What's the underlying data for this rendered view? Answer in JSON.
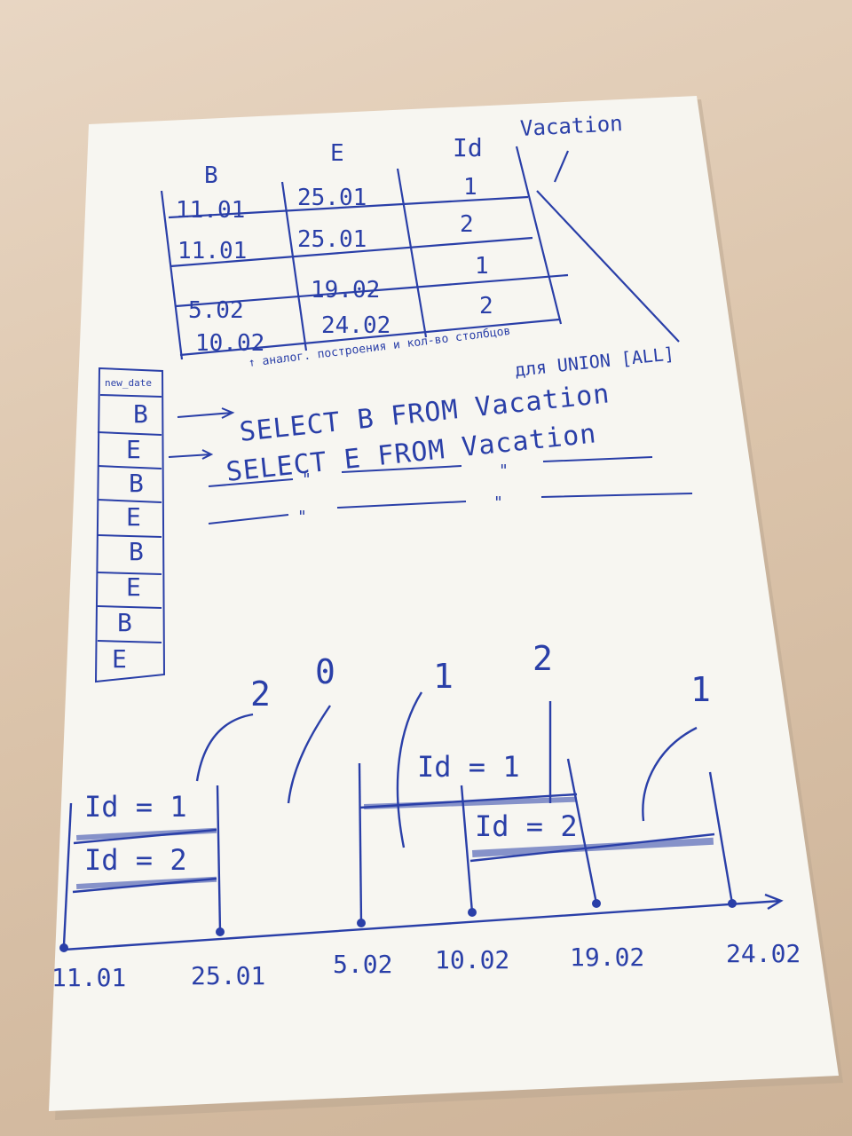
{
  "table": {
    "title": "Vacation",
    "headers": [
      "B",
      "E",
      "Id"
    ],
    "rows": [
      {
        "b": "11.01",
        "e": "25.01",
        "id": "1"
      },
      {
        "b": "11.01",
        "e": "25.01",
        "id": "2"
      },
      {
        "b": "5.02",
        "e": "19.02",
        "id": "1"
      },
      {
        "b": "10.02",
        "e": "24.02",
        "id": "2"
      }
    ],
    "note": "↑ аналог. построения и кол-во столбцов",
    "note2": "для UNION [ALL]"
  },
  "new_date": {
    "header": "new_date",
    "cells": [
      "B",
      "E",
      "B",
      "E",
      "B",
      "E",
      "B",
      "E"
    ]
  },
  "queries": [
    "SELECT B FROM Vacation",
    "SELECT E FROM Vacation"
  ],
  "ditto": [
    "\"",
    "\"",
    "\"",
    "\""
  ],
  "timeline": {
    "counts": [
      "2",
      "0",
      "1",
      "2",
      "1"
    ],
    "bars": [
      "Id = 1",
      "Id = 2",
      "Id = 1",
      "Id = 2"
    ],
    "dates": [
      "11.01",
      "25.01",
      "5.02",
      "10.02",
      "19.02",
      "24.02"
    ]
  },
  "ink_color": "#2a3fa8"
}
